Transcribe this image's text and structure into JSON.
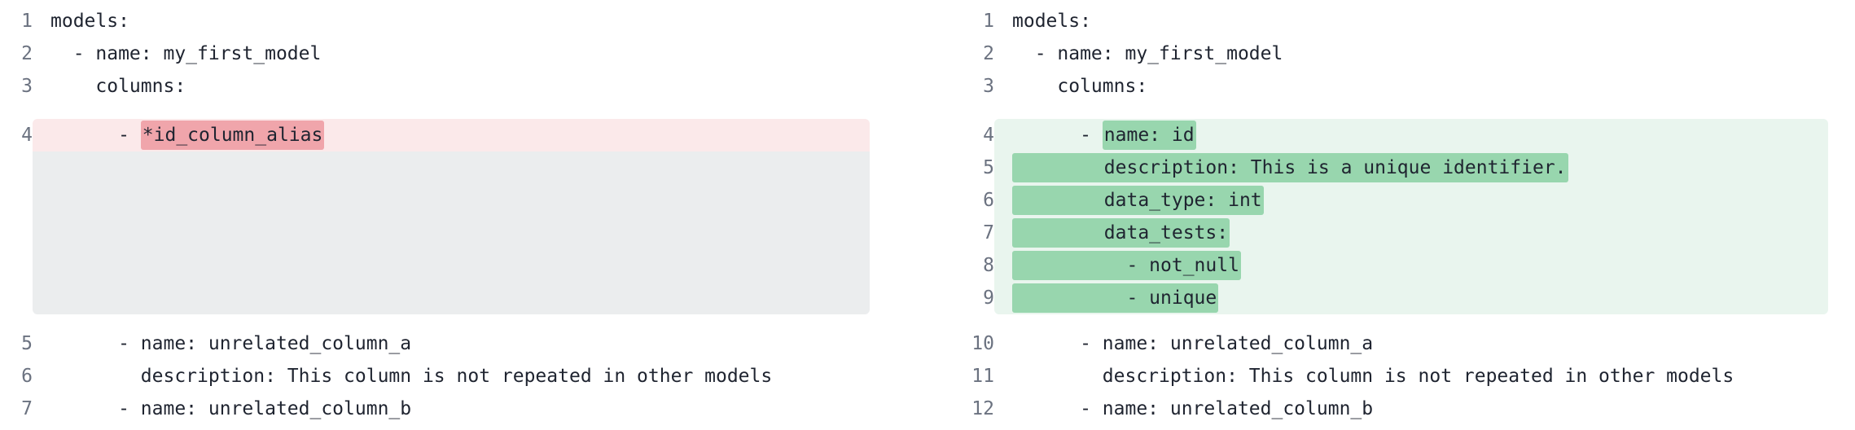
{
  "colors": {
    "removed_row_bg": "#fbe9ea",
    "removed_token_bg": "#f0a5ab",
    "added_row_bg": "#e9f5ee",
    "added_token_bg": "#98d6ae",
    "filler_bg": "#ebedee",
    "line_number": "#6b7280",
    "text": "#1f2430"
  },
  "diff": {
    "left": {
      "rows": [
        {
          "num": "1",
          "kind": "ctx",
          "segments": [
            {
              "t": "models:",
              "hl": false
            }
          ]
        },
        {
          "num": "2",
          "kind": "ctx",
          "segments": [
            {
              "t": "  - name: my_first_model",
              "hl": false
            }
          ]
        },
        {
          "num": "3",
          "kind": "ctx",
          "segments": [
            {
              "t": "    columns:",
              "hl": false
            }
          ]
        },
        {
          "num": "4",
          "kind": "removed",
          "segments": [
            {
              "t": "      - ",
              "hl": false
            },
            {
              "t": "*id_column_alias",
              "hl": true
            }
          ]
        },
        {
          "num": "",
          "kind": "filler",
          "span": 5,
          "segments": []
        },
        {
          "num": "5",
          "kind": "ctx",
          "segments": [
            {
              "t": "      - name: unrelated_column_a",
              "hl": false
            }
          ]
        },
        {
          "num": "6",
          "kind": "ctx",
          "segments": [
            {
              "t": "        description: This column is not repeated in other models",
              "hl": false
            }
          ]
        },
        {
          "num": "7",
          "kind": "ctx",
          "segments": [
            {
              "t": "      - name: unrelated_column_b",
              "hl": false
            }
          ]
        }
      ]
    },
    "right": {
      "rows": [
        {
          "num": "1",
          "kind": "ctx",
          "segments": [
            {
              "t": "models:",
              "hl": false
            }
          ]
        },
        {
          "num": "2",
          "kind": "ctx",
          "segments": [
            {
              "t": "  - name: my_first_model",
              "hl": false
            }
          ]
        },
        {
          "num": "3",
          "kind": "ctx",
          "segments": [
            {
              "t": "    columns:",
              "hl": false
            }
          ]
        },
        {
          "num": "4",
          "kind": "added",
          "segments": [
            {
              "t": "      - ",
              "hl": false
            },
            {
              "t": "name: id",
              "hl": true
            }
          ]
        },
        {
          "num": "5",
          "kind": "added",
          "segments": [
            {
              "t": "        description: This is a unique identifier.",
              "hl": true
            }
          ]
        },
        {
          "num": "6",
          "kind": "added",
          "segments": [
            {
              "t": "        data_type: int",
              "hl": true
            }
          ]
        },
        {
          "num": "7",
          "kind": "added",
          "segments": [
            {
              "t": "        data_tests:",
              "hl": true
            }
          ]
        },
        {
          "num": "8",
          "kind": "added",
          "segments": [
            {
              "t": "          - not_null",
              "hl": true
            }
          ]
        },
        {
          "num": "9",
          "kind": "added",
          "segments": [
            {
              "t": "          - unique",
              "hl": true
            }
          ]
        },
        {
          "num": "10",
          "kind": "ctx",
          "segments": [
            {
              "t": "      - name: unrelated_column_a",
              "hl": false
            }
          ]
        },
        {
          "num": "11",
          "kind": "ctx",
          "segments": [
            {
              "t": "        description: This column is not repeated in other models",
              "hl": false
            }
          ]
        },
        {
          "num": "12",
          "kind": "ctx",
          "segments": [
            {
              "t": "      - name: unrelated_column_b",
              "hl": false
            }
          ]
        }
      ]
    }
  }
}
